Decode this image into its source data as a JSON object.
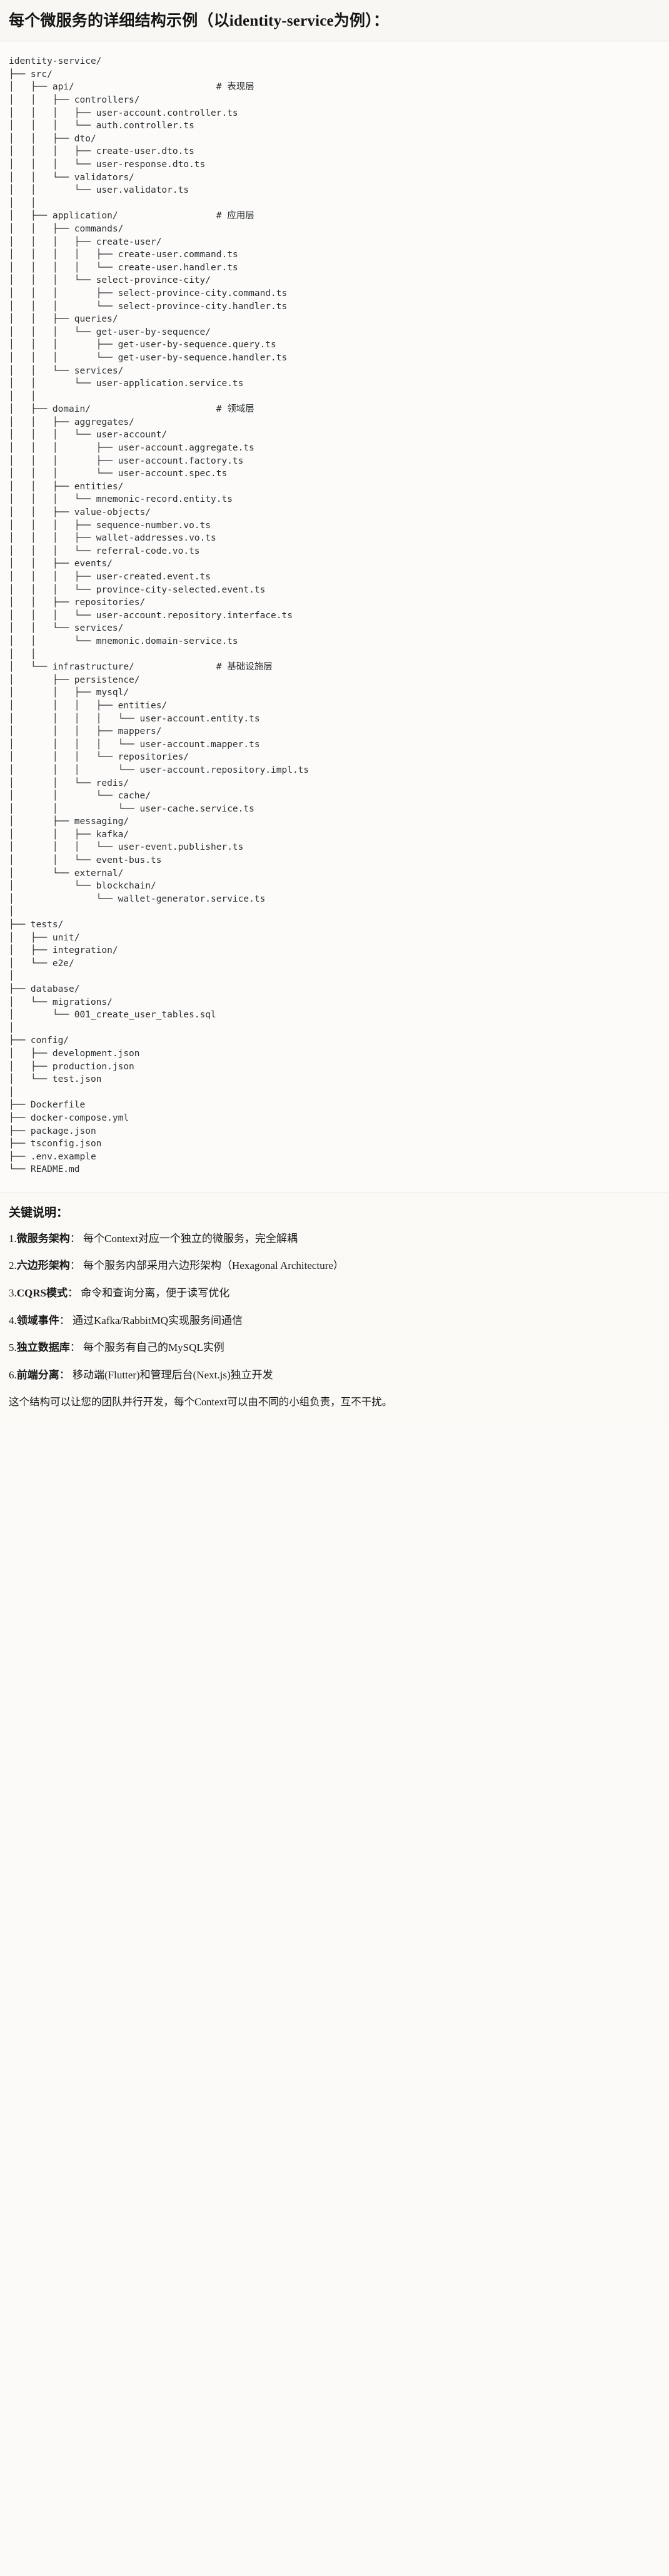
{
  "header": {
    "title": "每个微服务的详细结构示例（以identity-service为例）："
  },
  "tree": {
    "root_label": "identity-service/",
    "text": "identity-service/\n├── src/\n│   ├── api/                          # 表现层\n│   │   ├── controllers/\n│   │   │   ├── user-account.controller.ts\n│   │   │   └── auth.controller.ts\n│   │   ├── dto/\n│   │   │   ├── create-user.dto.ts\n│   │   │   └── user-response.dto.ts\n│   │   └── validators/\n│   │       └── user.validator.ts\n│   │\n│   ├── application/                  # 应用层\n│   │   ├── commands/\n│   │   │   ├── create-user/\n│   │   │   │   ├── create-user.command.ts\n│   │   │   │   └── create-user.handler.ts\n│   │   │   └── select-province-city/\n│   │   │       ├── select-province-city.command.ts\n│   │   │       └── select-province-city.handler.ts\n│   │   ├── queries/\n│   │   │   └── get-user-by-sequence/\n│   │   │       ├── get-user-by-sequence.query.ts\n│   │   │       └── get-user-by-sequence.handler.ts\n│   │   └── services/\n│   │       └── user-application.service.ts\n│   │\n│   ├── domain/                       # 领域层\n│   │   ├── aggregates/\n│   │   │   └── user-account/\n│   │   │       ├── user-account.aggregate.ts\n│   │   │       ├── user-account.factory.ts\n│   │   │       └── user-account.spec.ts\n│   │   ├── entities/\n│   │   │   └── mnemonic-record.entity.ts\n│   │   ├── value-objects/\n│   │   │   ├── sequence-number.vo.ts\n│   │   │   ├── wallet-addresses.vo.ts\n│   │   │   └── referral-code.vo.ts\n│   │   ├── events/\n│   │   │   ├── user-created.event.ts\n│   │   │   └── province-city-selected.event.ts\n│   │   ├── repositories/\n│   │   │   └── user-account.repository.interface.ts\n│   │   └── services/\n│   │       └── mnemonic.domain-service.ts\n│   │\n│   └── infrastructure/               # 基础设施层\n│       ├── persistence/\n│       │   ├── mysql/\n│       │   │   ├── entities/\n│       │   │   │   └── user-account.entity.ts\n│       │   │   ├── mappers/\n│       │   │   │   └── user-account.mapper.ts\n│       │   │   └── repositories/\n│       │   │       └── user-account.repository.impl.ts\n│       │   └── redis/\n│       │       └── cache/\n│       │           └── user-cache.service.ts\n│       ├── messaging/\n│       │   ├── kafka/\n│       │   │   └── user-event.publisher.ts\n│       │   └── event-bus.ts\n│       └── external/\n│           └── blockchain/\n│               └── wallet-generator.service.ts\n│\n├── tests/\n│   ├── unit/\n│   ├── integration/\n│   └── e2e/\n│\n├── database/\n│   └── migrations/\n│       └── 001_create_user_tables.sql\n│\n├── config/\n│   ├── development.json\n│   ├── production.json\n│   └── test.json\n│\n├── Dockerfile\n├── docker-compose.yml\n├── package.json\n├── tsconfig.json\n├── .env.example\n└── README.md",
    "layer_comments": [
      {
        "path": "api/",
        "comment": "# 表现层"
      },
      {
        "path": "application/",
        "comment": "# 应用层"
      },
      {
        "path": "domain/",
        "comment": "# 领域层"
      },
      {
        "path": "infrastructure/",
        "comment": "# 基础设施层"
      }
    ]
  },
  "notes": {
    "title": "关键说明：",
    "items": [
      {
        "num": "1.",
        "term": "微服务架构",
        "sep": "：",
        "desc": "每个Context对应一个独立的微服务，完全解耦"
      },
      {
        "num": "2.",
        "term": "六边形架构",
        "sep": "：",
        "desc": "每个服务内部采用六边形架构（Hexagonal Architecture）"
      },
      {
        "num": "3.",
        "term": "CQRS模式",
        "sep": "：",
        "desc": "命令和查询分离，便于读写优化"
      },
      {
        "num": "4.",
        "term": "领域事件",
        "sep": "：",
        "desc": "通过Kafka/RabbitMQ实现服务间通信"
      },
      {
        "num": "5.",
        "term": "独立数据库",
        "sep": "：",
        "desc": "每个服务有自己的MySQL实例"
      },
      {
        "num": "6.",
        "term": "前端分离",
        "sep": "：",
        "desc": "移动端(Flutter)和管理后台(Next.js)独立开发"
      }
    ],
    "closing": "这个结构可以让您的团队并行开发，每个Context可以由不同的小组负责，互不干扰。"
  }
}
